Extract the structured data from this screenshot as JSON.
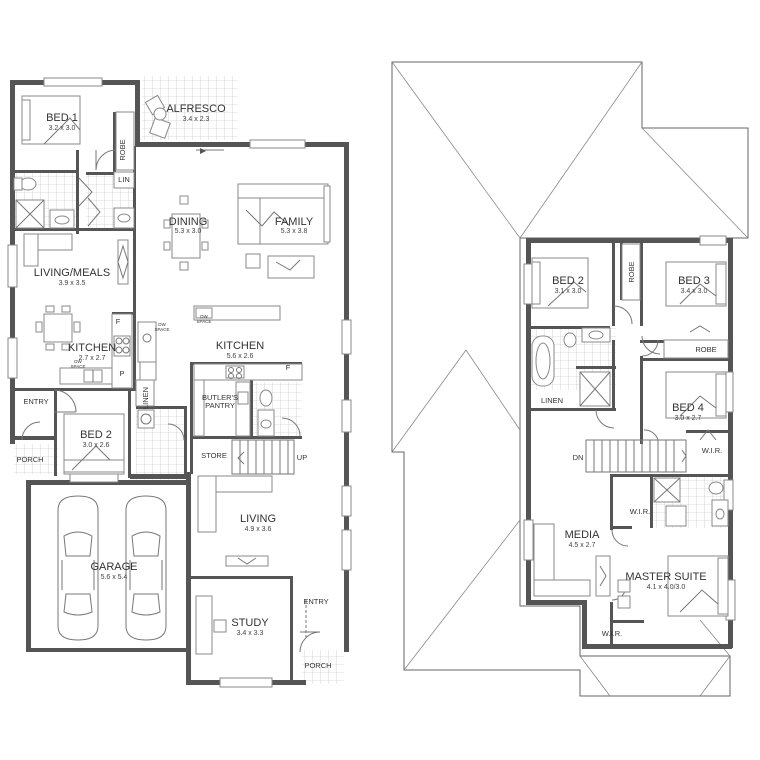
{
  "ground_floor": {
    "rooms": [
      {
        "id": "bed1",
        "name": "BED 1",
        "dims": "3.2 x 3.0"
      },
      {
        "id": "alfresco",
        "name": "ALFRESCO",
        "dims": "3.4 x 2.3"
      },
      {
        "id": "dining",
        "name": "DINING",
        "dims": "5.3 x 3.0"
      },
      {
        "id": "family",
        "name": "FAMILY",
        "dims": "5.3 x 3.8"
      },
      {
        "id": "living_meals",
        "name": "LIVING/MEALS",
        "dims": "3.9 x 3.5"
      },
      {
        "id": "kitchen_small",
        "name": "KITCHEN",
        "dims": "2.7 x 2.7"
      },
      {
        "id": "kitchen_main",
        "name": "KITCHEN",
        "dims": "5.6 x 2.6"
      },
      {
        "id": "bed2_ground",
        "name": "BED 2",
        "dims": "3.0 x 2.6"
      },
      {
        "id": "garage",
        "name": "GARAGE",
        "dims": "5.6 x 5.4"
      },
      {
        "id": "living",
        "name": "LIVING",
        "dims": "4.9 x 3.6"
      },
      {
        "id": "study",
        "name": "STUDY",
        "dims": "3.4 x 3.3"
      }
    ],
    "labels": {
      "robe": "ROBE",
      "lin": "LIN",
      "linen": "LINEN",
      "butlers_pantry_1": "BUTLER'S",
      "butlers_pantry_2": "PANTRY",
      "store": "STORE",
      "up": "UP",
      "entry_left": "ENTRY",
      "entry_right": "ENTRY",
      "porch_left": "PORCH",
      "porch_right": "PORCH",
      "dw_space_1": "DW",
      "dw_space_2": "SPACE",
      "dw_space_b1": "DW",
      "dw_space_b2": "SPACE",
      "dw_space_c1": "DW",
      "dw_space_c2": "SPACE",
      "p": "P",
      "f_small": "F",
      "f_main": "F"
    }
  },
  "upper_floor": {
    "rooms": [
      {
        "id": "bed2_upper",
        "name": "BED 2",
        "dims": "3.1 x 3.0"
      },
      {
        "id": "bed3",
        "name": "BED 3",
        "dims": "3.4 x 3.0"
      },
      {
        "id": "bed4",
        "name": "BED 4",
        "dims": "3.0 x 2.7"
      },
      {
        "id": "media",
        "name": "MEDIA",
        "dims": "4.5 x 2.7"
      },
      {
        "id": "master",
        "name": "MASTER SUITE",
        "dims": "4.1 x 4.0/3.0"
      }
    ],
    "labels": {
      "robe_a": "ROBE",
      "robe_b": "ROBE",
      "linen": "LINEN",
      "dn": "DN",
      "wir_a": "W.I.R.",
      "wir_b": "W.I.R.",
      "wir_c": "W.I.R."
    }
  }
}
